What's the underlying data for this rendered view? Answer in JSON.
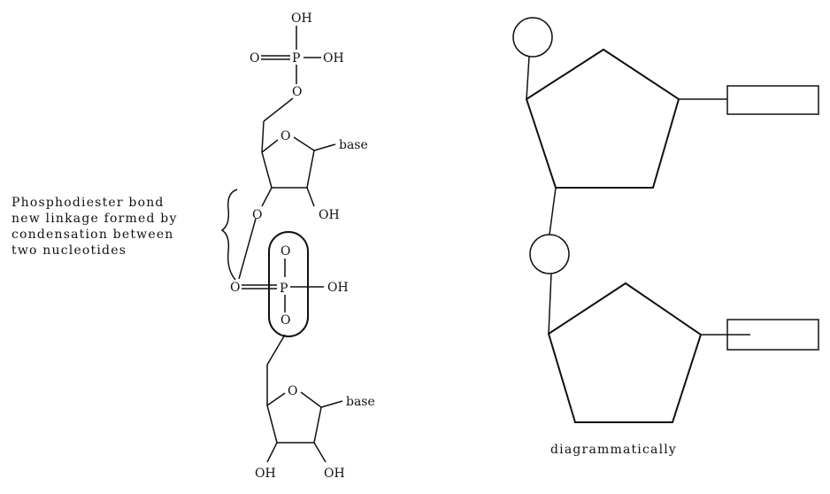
{
  "atoms": {
    "O": "O",
    "P": "P",
    "OH": "OH",
    "base": "base"
  },
  "annotation": {
    "line1": "Phosphodiester bond",
    "line2": "new linkage formed by",
    "line3": "condensation between",
    "line4": "two nucleotides"
  },
  "schematic_caption": "diagrammatically"
}
